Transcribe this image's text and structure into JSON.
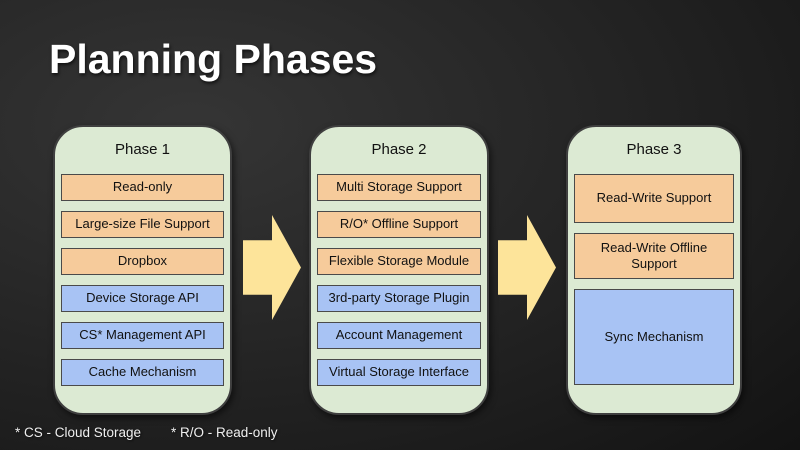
{
  "slide": {
    "title": "Planning Phases",
    "footnotes": [
      "* CS - Cloud Storage",
      "* R/O - Read-only"
    ]
  },
  "colors": {
    "background_center": "#353535",
    "background_edge": "#0a0a0a",
    "phase_fill": "#dcead3",
    "phase_border": "#3f3f3f",
    "orange_fill": "#f6cb9b",
    "blue_fill": "#a8c3f4",
    "item_border": "#4a4a4a",
    "arrow_fill": "#fde49a",
    "title_color": "#ffffff",
    "footnote_color": "#efefef"
  },
  "phases": [
    {
      "title": "Phase 1",
      "items": [
        {
          "label": "Read-only",
          "type": "orange"
        },
        {
          "label": "Large-size File Support",
          "type": "orange"
        },
        {
          "label": "Dropbox",
          "type": "orange"
        },
        {
          "label": "Device Storage API",
          "type": "blue"
        },
        {
          "label": "CS* Management API",
          "type": "blue"
        },
        {
          "label": "Cache Mechanism",
          "type": "blue"
        }
      ]
    },
    {
      "title": "Phase 2",
      "items": [
        {
          "label": "Multi Storage Support",
          "type": "orange"
        },
        {
          "label": "R/O* Offline Support",
          "type": "orange"
        },
        {
          "label": "Flexible Storage Module",
          "type": "orange"
        },
        {
          "label": "3rd-party Storage Plugin",
          "type": "blue"
        },
        {
          "label": "Account Management",
          "type": "blue"
        },
        {
          "label": "Virtual Storage Interface",
          "type": "blue"
        }
      ]
    },
    {
      "title": "Phase 3",
      "items": [
        {
          "label": "Read-Write Support",
          "type": "orange"
        },
        {
          "label": "Read-Write Offline Support",
          "type": "orange"
        },
        {
          "label": "Sync Mechanism",
          "type": "blue"
        }
      ]
    }
  ]
}
